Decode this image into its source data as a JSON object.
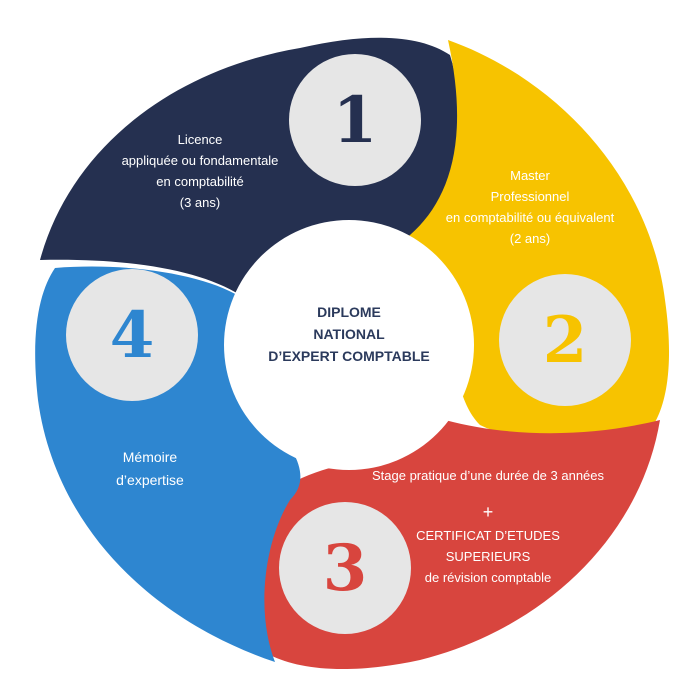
{
  "colors": {
    "step1": "#253050",
    "step2": "#f7c300",
    "step3": "#d8453e",
    "step4": "#2e86d0",
    "circle": "#e6e6e6",
    "num1": "#253050",
    "num2": "#f7c300",
    "num3": "#d8453e",
    "num4": "#2e86d0"
  },
  "center": {
    "line1": "DIPLOME",
    "line2": "NATIONAL",
    "line3": "D’EXPERT COMPTABLE"
  },
  "steps": [
    {
      "number": "1",
      "lines": [
        "Licence",
        "appliquée ou fondamentale",
        "en comptabilité",
        "(3 ans)"
      ]
    },
    {
      "number": "2",
      "lines": [
        "Master",
        "Professionnel",
        "en comptabilité ou équivalent",
        "(2 ans)"
      ]
    },
    {
      "number": "3",
      "intro": "Stage pratique d’une durée de 3 années",
      "plus": "+",
      "lines": [
        "CERTIFICAT D’ETUDES",
        "SUPERIEURS",
        "de révision comptable"
      ]
    },
    {
      "number": "4",
      "lines": [
        "Mémoire",
        "d’expertise"
      ]
    }
  ]
}
